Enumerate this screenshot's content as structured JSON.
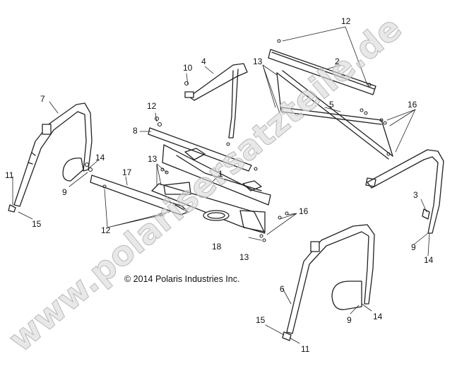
{
  "copyright": "© 2014 Polaris Industries Inc.",
  "watermark": "www.polarisersatzteile.de",
  "callouts": {
    "c1": "1",
    "c2": "2",
    "c3": "3",
    "c4": "4",
    "c5": "5",
    "c6": "6",
    "c7": "7",
    "c8": "8",
    "c9a": "9",
    "c9b": "9",
    "c9c": "9",
    "c10": "10",
    "c11a": "11",
    "c11b": "11",
    "c12a": "12",
    "c12b": "12",
    "c12c": "12",
    "c13a": "13",
    "c13b": "13",
    "c13c": "13",
    "c14a": "14",
    "c14b": "14",
    "c14c": "14",
    "c15a": "15",
    "c15b": "15",
    "c16a": "16",
    "c16b": "16",
    "c17": "17",
    "c18": "18"
  }
}
